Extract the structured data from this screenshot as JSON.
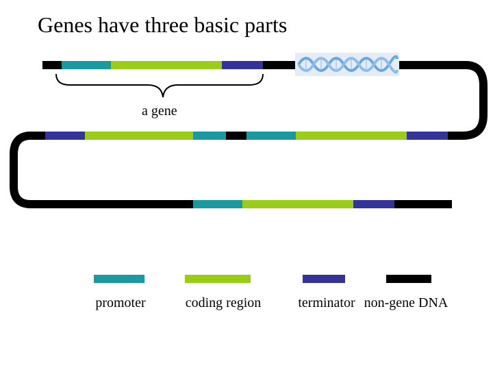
{
  "title": "Genes have three basic parts",
  "gene_label": "a gene",
  "colors": {
    "promoter": "#1a9aa0",
    "coding_region": "#9acd1a",
    "terminator": "#33339a",
    "non_gene": "#000000",
    "helix_blue": "#6aa6e0",
    "helix_bg": "#e4ecf8"
  },
  "legend": [
    {
      "key": "promoter",
      "label": "promoter"
    },
    {
      "key": "coding_region",
      "label": "coding region"
    },
    {
      "key": "terminator",
      "label": "terminator"
    },
    {
      "key": "non_gene",
      "label": "non-gene DNA"
    }
  ],
  "icons": {
    "dna_helix": "dna-helix-icon",
    "gene_brace": "curly-brace"
  }
}
